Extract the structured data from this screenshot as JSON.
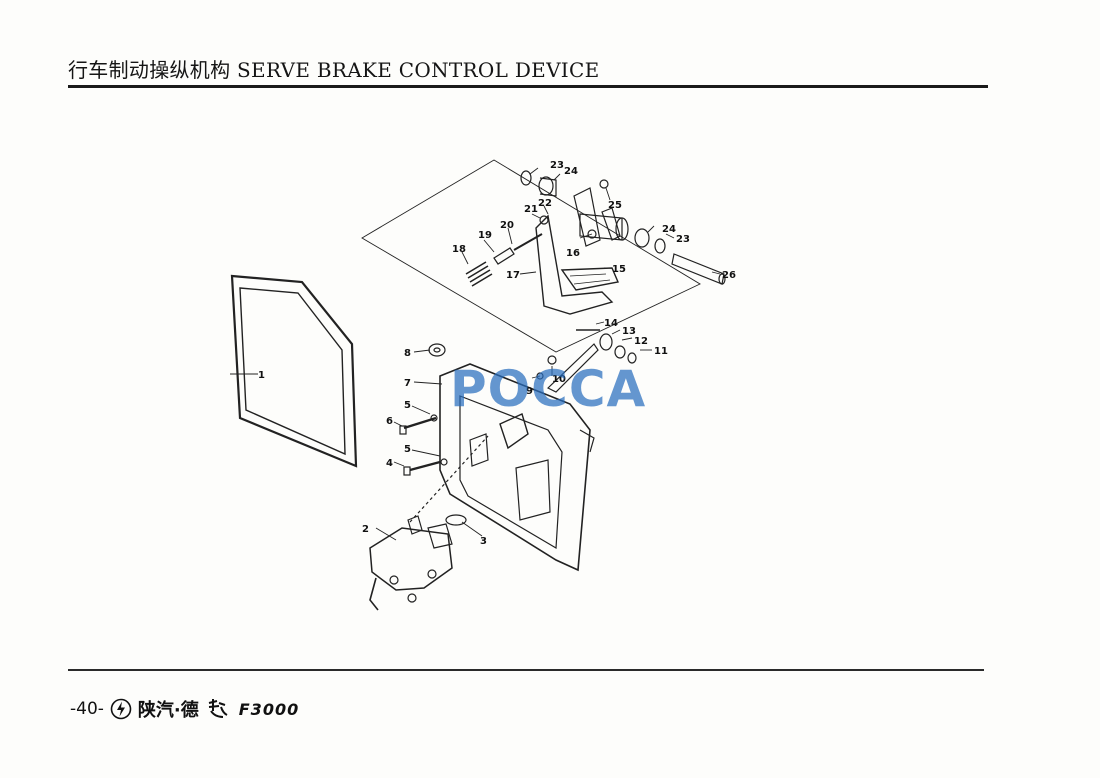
{
  "header": {
    "title": "行车制动操纵机构 SERVE BRAKE CONTROL DEVICE"
  },
  "diagram": {
    "callouts": [
      "1",
      "2",
      "3",
      "4",
      "5",
      "5",
      "6",
      "7",
      "8",
      "9",
      "10",
      "11",
      "12",
      "13",
      "14",
      "15",
      "16",
      "17",
      "18",
      "19",
      "20",
      "21",
      "22",
      "23",
      "23",
      "24",
      "24",
      "25",
      "26"
    ]
  },
  "watermark": {
    "text": "POCCA",
    "color": "#2f6fbf"
  },
  "footer": {
    "page_number": "-40-",
    "brand": "陕汽·德",
    "model": "F3000"
  }
}
